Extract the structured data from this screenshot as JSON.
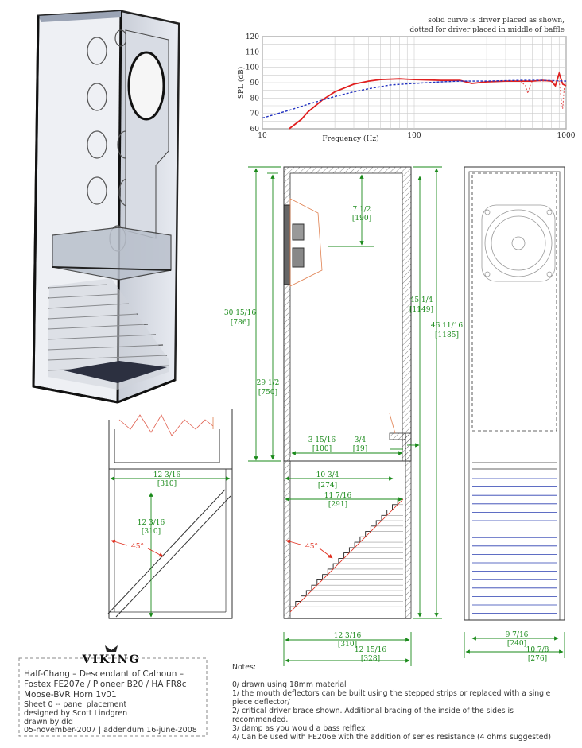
{
  "chart_note": {
    "line1": "solid curve is driver placed as shown,",
    "line2": "dotted for driver placed in middle of baffle"
  },
  "chart_data": {
    "type": "line",
    "xlabel": "Frequency (Hz)",
    "ylabel": "SPL (dB)",
    "x_scale": "log",
    "xlim": [
      10,
      1000
    ],
    "ylim": [
      60,
      120
    ],
    "x_ticks": [
      "10",
      "100",
      "1000"
    ],
    "y_ticks": [
      "120",
      "110",
      "100",
      "90",
      "80",
      "70",
      "60"
    ],
    "grid": true,
    "series": [
      {
        "style": "solid",
        "color": "#e02020",
        "x": [
          15,
          18,
          20,
          25,
          30,
          40,
          50,
          60,
          80,
          100,
          150,
          200,
          240,
          300,
          400,
          500,
          600,
          700,
          800,
          850,
          900,
          950,
          1000
        ],
        "y": [
          60,
          66,
          71,
          79,
          84,
          89,
          91,
          92,
          92.5,
          92,
          91.5,
          91.5,
          89.5,
          90.5,
          91,
          91,
          91,
          91.5,
          91,
          88,
          96,
          89,
          88
        ]
      },
      {
        "style": "dotted",
        "color": "#2030c0",
        "x": [
          10,
          15,
          20,
          30,
          40,
          50,
          70,
          100,
          150,
          200,
          300,
          500,
          700,
          1000
        ],
        "y": [
          67,
          72,
          76,
          81,
          84,
          86,
          88.5,
          89.5,
          90.5,
          91,
          91,
          91.5,
          91.5,
          91
        ]
      },
      {
        "style": "dashed",
        "color": "#e04040",
        "x": [
          500,
          540,
          560,
          580,
          600,
          900,
          930,
          950,
          970,
          1000
        ],
        "y": [
          91,
          88,
          83,
          88,
          91,
          91,
          78,
          73,
          86,
          90
        ]
      }
    ]
  },
  "dims": {
    "h_30_15_16": "30 15/16",
    "h_30_15_16_mm": "[786]",
    "h_29_1_2": "29 1/2",
    "h_29_1_2_mm": "[750]",
    "h_7_1_2": "7 1/2",
    "h_7_1_2_mm": "[190]",
    "h_45_1_4": "45 1/4",
    "h_45_1_4_mm": "[1149]",
    "h_46_11_16": "46 11/16",
    "h_46_11_16_mm": "[1185]",
    "w_3_15_16": "3 15/16",
    "w_3_15_16_mm": "[100]",
    "w_3_4": "3/4",
    "w_3_4_mm": "[19]",
    "w_10_3_4": "10 3/4",
    "w_10_3_4_mm": "[274]",
    "w_11_7_16": "11 7/16",
    "w_11_7_16_mm": "[291]",
    "w_12_3_16": "12 3/16",
    "w_12_3_16_mm": "[310]",
    "left_12_3_16_top": "12 3/16",
    "left_12_3_16_top_mm": "[310]",
    "left_12_3_16_vert": "12 3/16",
    "left_12_3_16_vert_mm": "[310]",
    "w_12_15_16": "12 15/16",
    "w_12_15_16_mm": "[328]",
    "w_9_7_16": "9 7/16",
    "w_9_7_16_mm": "[240]",
    "w_10_7_8": "10 7/8",
    "w_10_7_8_mm": "[276]",
    "angle_left": "45°",
    "angle_mid": "45°"
  },
  "title_block": {
    "logo": "VIKING",
    "lines": [
      "Half-Chang – Descendant of Calhoun –",
      "Fostex FE207e / Pioneer B20 / HA FR8c",
      "Moose-BVR Horn 1v01",
      "Sheet 0 -- panel placement",
      "designed by Scott Lindgren",
      "drawn by dld",
      "05-november-2007 | addendum 16-june-2008"
    ]
  },
  "notes": {
    "heading": "Notes:",
    "lines": [
      "0/ drawn using 18mm material",
      "1/ the mouth deflectors can be built using the stepped strips or replaced with a single",
      "piece deflector/",
      "2/ critical driver brace shown. Additional bracing of the inside of  the sides is",
      "recommended.",
      "3/ damp as you would a bass relflex",
      "4/ Can be used with FE206e with the addition of series resistance (4 ohms suggested)"
    ]
  }
}
